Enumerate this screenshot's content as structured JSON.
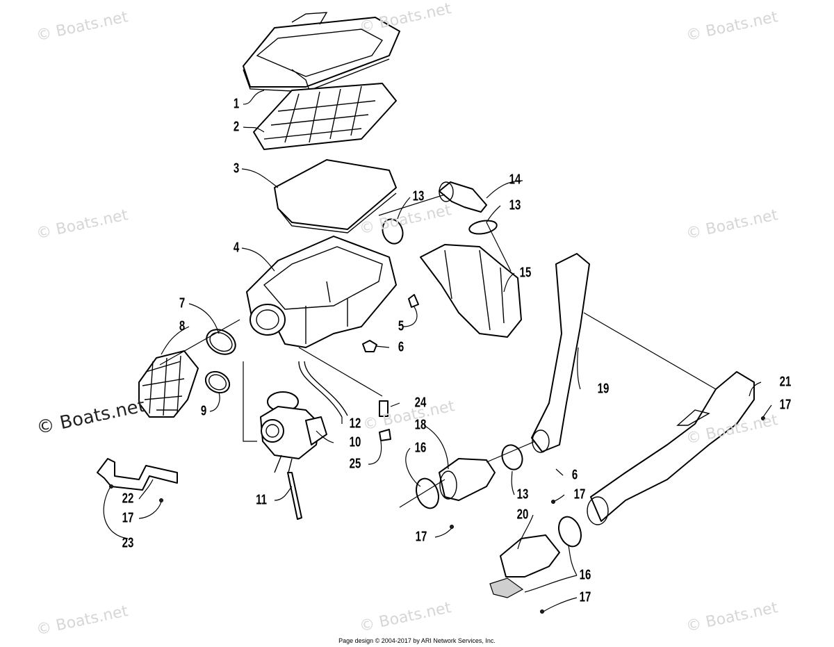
{
  "watermark_text": "© Boats.net",
  "footer": "Page design © 2004-2017 by ARI Network Services, Inc.",
  "callouts": [
    "1",
    "2",
    "3",
    "4",
    "5",
    "6",
    "7",
    "8",
    "9",
    "10",
    "11",
    "12",
    "13",
    "13",
    "13",
    "14",
    "15",
    "16",
    "16",
    "17",
    "17",
    "17",
    "17",
    "17",
    "18",
    "19",
    "20",
    "21",
    "22",
    "23",
    "24",
    "25",
    "6"
  ]
}
